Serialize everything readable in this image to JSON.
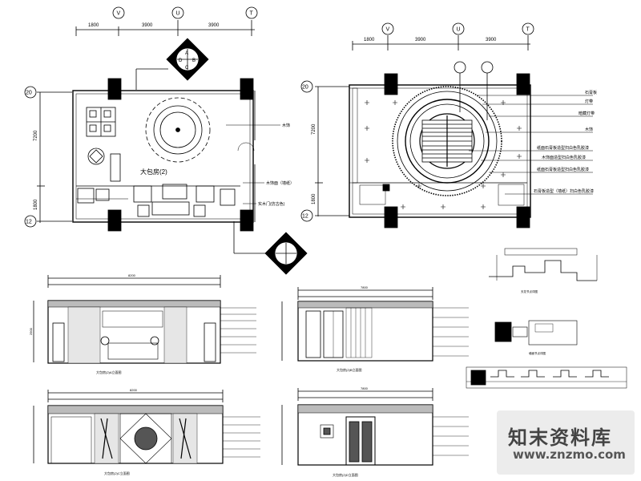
{
  "plan_left": {
    "dims_top": [
      "1800",
      "3900",
      "3900"
    ],
    "grid_top": [
      "V",
      "U",
      "T"
    ],
    "grid_left": [
      "20",
      "12"
    ],
    "dims_left": [
      "7200",
      "1800"
    ],
    "room_label": "大包房(2)",
    "callouts": [
      "木饰",
      "木饰面（墙纸）",
      "实木门(仿古色)"
    ],
    "index_letters": [
      "A",
      "B",
      "C",
      "D"
    ]
  },
  "plan_right": {
    "dims_top": [
      "1800",
      "3900",
      "3900"
    ],
    "grid_top": [
      "V",
      "U",
      "T"
    ],
    "grid_left": [
      "20",
      "12"
    ],
    "dims_left": [
      "7200",
      "1800"
    ],
    "callouts": [
      "石膏板",
      "灯带",
      "暗藏灯带",
      "木饰",
      "纸面石膏板造型扫白色乳胶漆",
      "木饰面造型扫白色乳胶漆",
      "纸面石膏板造型扫白色乳胶漆",
      "石膏板造型（墙纸）扫白色乳胶漆"
    ]
  },
  "elevations": {
    "a_top_dim": "8200",
    "b_top_dim": "7800",
    "c_top_dim": "8200",
    "d_top_dim": "7800",
    "height_dim": "2900",
    "captions": [
      "大包房(2)A立面图",
      "大包房(2)B立面图",
      "大包房(2)C立面图",
      "大包房(2)D立面图"
    ]
  },
  "details": {
    "captions": [
      "天花节点详图",
      "墙面节点详图"
    ]
  },
  "watermark": {
    "name": "知末资料库",
    "url": "www.znzmo.com"
  }
}
